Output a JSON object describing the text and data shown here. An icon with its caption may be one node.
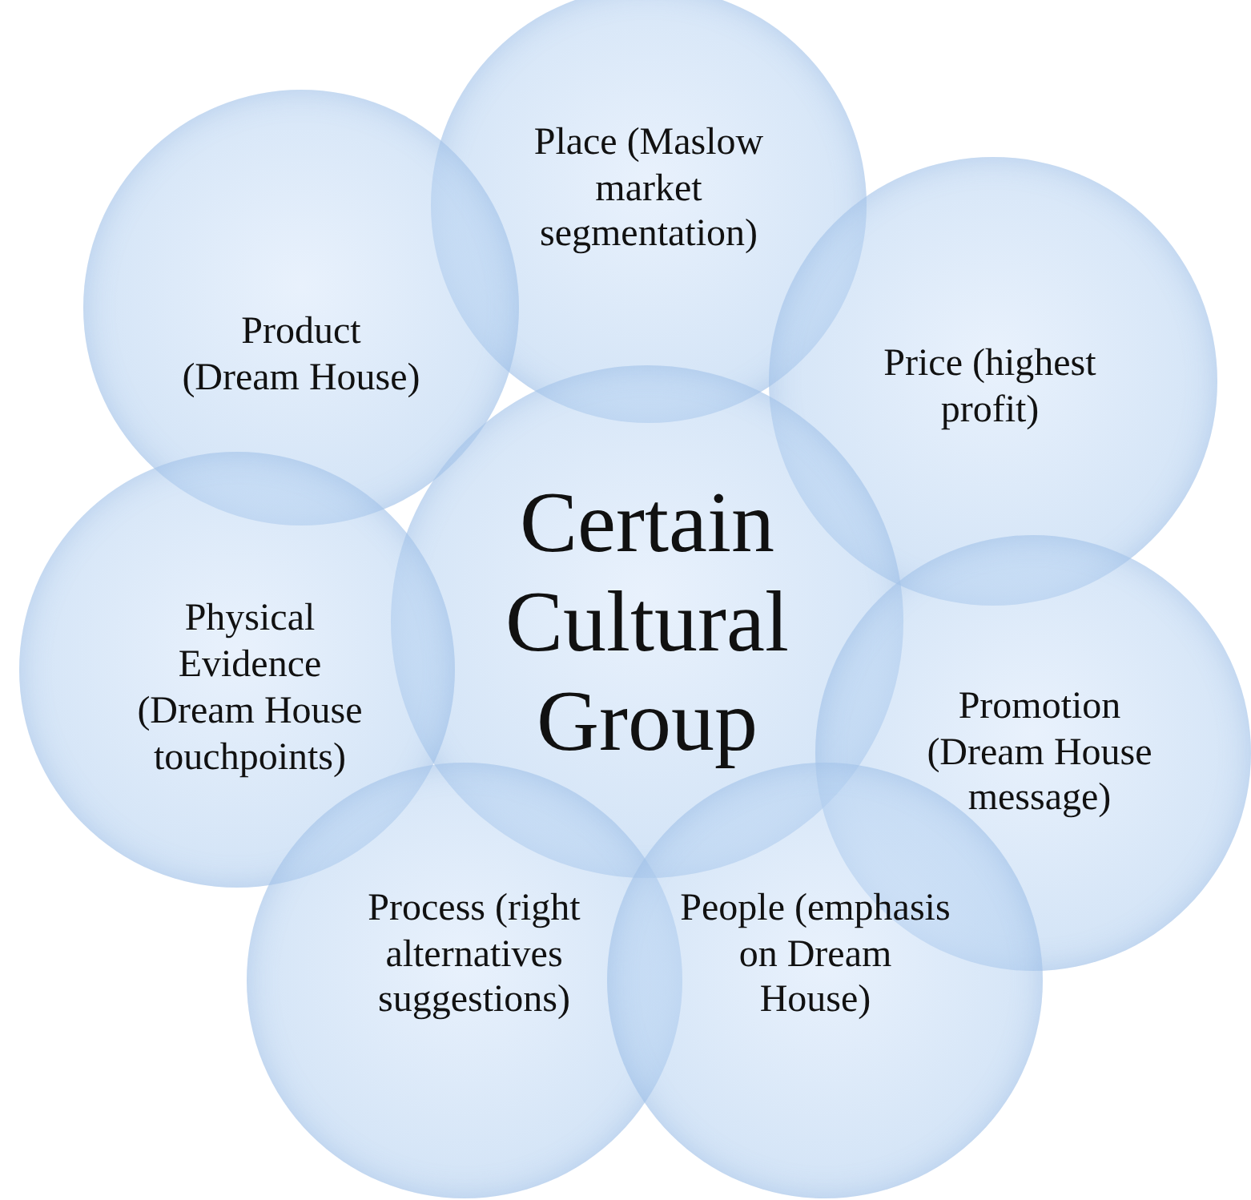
{
  "diagram": {
    "nodes": [
      {
        "text": [
          "Place (Maslow market segmentation)"
        ]
      },
      {
        "text": [
          "Product (Dream House)"
        ]
      },
      {
        "text": [
          "Price (highest profit)"
        ]
      },
      {
        "text": [
          "Certain Cultural Group"
        ]
      },
      {
        "text": [
          "Physical Evidence (Dream House touchpoints)"
        ]
      },
      {
        "text": [
          "Promotion (Dream House message)"
        ]
      },
      {
        "text": [
          "Process (right alternatives suggestions)"
        ]
      },
      {
        "text": [
          "People (emphasis on Dream House)"
        ]
      }
    ]
  }
}
